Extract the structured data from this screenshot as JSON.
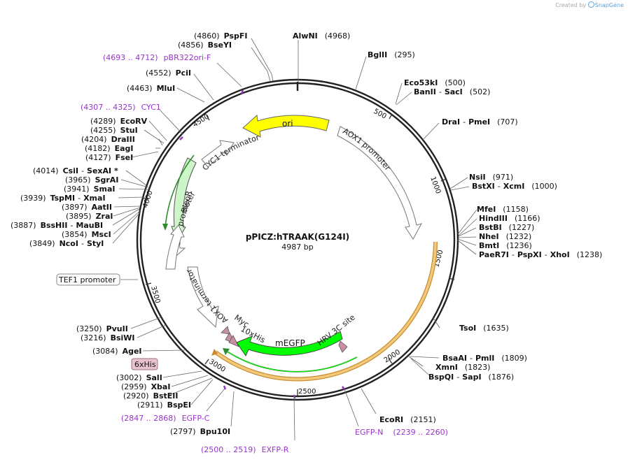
{
  "credit": {
    "prefix": "Created by",
    "brand": "SnapGene"
  },
  "plasmid": {
    "name": "pPICZ:hTRAAK(G124I)",
    "length": 4987,
    "size_label": "4987 bp"
  },
  "ticks": [
    "500",
    "1000",
    "1500",
    "2000",
    "2500",
    "3000",
    "3500",
    "4000",
    "4500"
  ],
  "enzymes": [
    {
      "name": "AlwNI",
      "pos": "(4968)"
    },
    {
      "name": "BglII",
      "pos": "(295)"
    },
    {
      "name": "Eco53kI",
      "pos": "(500)"
    },
    {
      "name": "BanII",
      "name2": "SacI",
      "pos": "(502)"
    },
    {
      "name": "DraI",
      "name2": "PmeI",
      "pos": "(707)"
    },
    {
      "name": "NsiI",
      "pos": "(971)"
    },
    {
      "name": "BstXI",
      "name2": "XcmI",
      "pos": "(1000)"
    },
    {
      "name": "MfeI",
      "pos": "(1158)"
    },
    {
      "name": "HindIII",
      "pos": "(1166)"
    },
    {
      "name": "BstBI",
      "pos": "(1227)"
    },
    {
      "name": "NheI",
      "pos": "(1232)"
    },
    {
      "name": "BmtI",
      "pos": "(1236)"
    },
    {
      "name": "PaeR7I",
      "name2": "PspXI",
      "name3": "XhoI",
      "pos": "(1238)"
    },
    {
      "name": "TsoI",
      "pos": "(1635)"
    },
    {
      "name": "BsaAI",
      "name2": "PmlI",
      "pos": "(1809)"
    },
    {
      "name": "XmnI",
      "pos": "(1823)"
    },
    {
      "name": "BspQI",
      "name2": "SapI",
      "pos": "(1876)"
    },
    {
      "name": "EcoRI",
      "pos": "(2151)"
    },
    {
      "name": "Bpu10I",
      "pos": "(2797)"
    },
    {
      "name": "BspEI",
      "pos": "(2911)"
    },
    {
      "name": "BstEII",
      "pos": "(2920)"
    },
    {
      "name": "XbaI",
      "pos": "(2959)"
    },
    {
      "name": "SalI",
      "pos": "(3002)"
    },
    {
      "name": "AgeI",
      "pos": "(3084)"
    },
    {
      "name": "BsiWI",
      "pos": "(3216)"
    },
    {
      "name": "PvuII",
      "pos": "(3250)"
    },
    {
      "name": "NcoI",
      "name2": "StyI",
      "pos": "(3849)"
    },
    {
      "name": "MscI",
      "pos": "(3854)"
    },
    {
      "name": "BssHII",
      "name2": "MauBI",
      "pos": "(3887)"
    },
    {
      "name": "ZraI",
      "pos": "(3895)"
    },
    {
      "name": "AatII",
      "pos": "(3897)"
    },
    {
      "name": "TspMI",
      "name2": "XmaI",
      "pos": "(3939)"
    },
    {
      "name": "SmaI",
      "pos": "(3941)"
    },
    {
      "name": "SgrAI",
      "pos": "(3965)"
    },
    {
      "name": "CsiI",
      "name2": "SexAI *",
      "pos": "(4014)"
    },
    {
      "name": "FseI",
      "pos": "(4127)"
    },
    {
      "name": "EagI",
      "pos": "(4182)"
    },
    {
      "name": "DraIII",
      "pos": "(4204)"
    },
    {
      "name": "StuI",
      "pos": "(4255)"
    },
    {
      "name": "EcoRV",
      "pos": "(4289)"
    },
    {
      "name": "MluI",
      "pos": "(4463)"
    },
    {
      "name": "PciI",
      "pos": "(4552)"
    },
    {
      "name": "BseYI",
      "pos": "(4856)"
    },
    {
      "name": "PspFI",
      "pos": "(4860)"
    }
  ],
  "primers": [
    {
      "name": "pBR322ori-F",
      "range": "(4693 .. 4712)"
    },
    {
      "name": "CYC1",
      "range": "(4307 .. 4325)"
    },
    {
      "name": "EGFP-C",
      "range": "(2847 .. 2868)"
    },
    {
      "name": "EXFP-R",
      "range": "(2500 .. 2519)"
    },
    {
      "name": "EGFP-N",
      "range": "(2239 .. 2260)"
    }
  ],
  "features": {
    "ori": "ori",
    "aox1_promoter": "AOX1 promoter",
    "cyc1_terminator": "CYC1 terminator",
    "bleor": "BleoR",
    "em7_promoter": "EM7 promoter",
    "aox1_terminator": "AOX1 terminator",
    "myc": "Myc",
    "his10": "10xHis",
    "megfp": "mEGFP",
    "hrv3c": "HRV 3C site",
    "tef1_promoter": "TEF1 promoter",
    "his6": "6xHis"
  },
  "colors": {
    "ori": "#ffff00",
    "bleor": "#ccf5c8",
    "megfp": "#00ff00",
    "orf": "#f2b957",
    "primer": "#9933cc",
    "tag": "#c98fa3",
    "backbone": "#222222"
  }
}
